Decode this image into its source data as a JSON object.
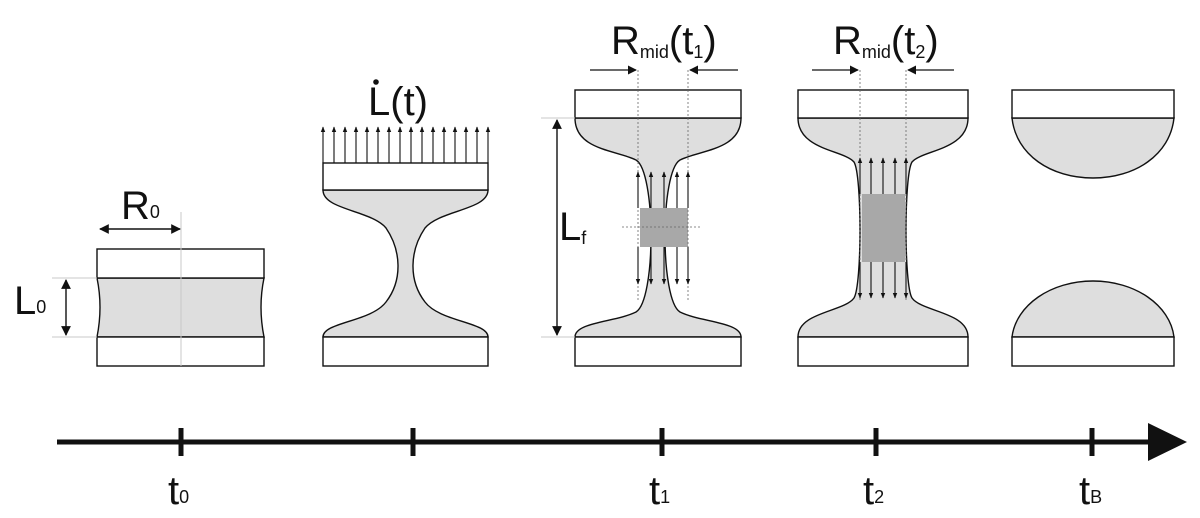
{
  "colors": {
    "fluid": "#dedede",
    "core": "#a8a8a8",
    "line": "#111111",
    "plate": "#ffffff"
  },
  "labels": {
    "r0_main": "R",
    "r0_sub": "0",
    "l0_main": "L",
    "l0_sub": "0",
    "ldot_main": "L(t)",
    "lf_main": "L",
    "lf_sub": "f",
    "rmid1_main": "R",
    "rmid1_sub": "mid",
    "rmid1_open": "(t",
    "rmid1_sub2": "1",
    "rmid1_close": ")",
    "rmid2_main": "R",
    "rmid2_sub": "mid",
    "rmid2_open": "(t",
    "rmid2_sub2": "2",
    "rmid2_close": ")"
  },
  "timeline": {
    "ticks": [
      {
        "main": "t",
        "sub": "0"
      },
      {
        "main": "",
        "sub": ""
      },
      {
        "main": "t",
        "sub": "1"
      },
      {
        "main": "t",
        "sub": "2"
      },
      {
        "main": "t",
        "sub": "B"
      }
    ]
  }
}
